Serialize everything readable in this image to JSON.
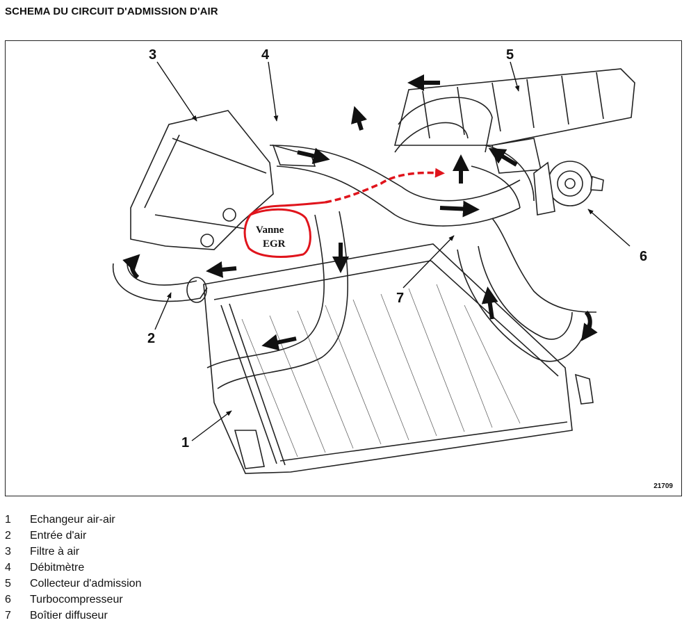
{
  "title": "SCHEMA DU CIRCUIT D'ADMISSION D'AIR",
  "figure_id": "21709",
  "annotation": {
    "line1": "Vanne",
    "line2": "EGR",
    "color": "#e0141c"
  },
  "callouts": [
    "1",
    "2",
    "3",
    "4",
    "5",
    "6",
    "7"
  ],
  "legend": [
    {
      "num": "1",
      "label": "Echangeur air-air"
    },
    {
      "num": "2",
      "label": "Entrée d'air"
    },
    {
      "num": "3",
      "label": "Filtre à air"
    },
    {
      "num": "4",
      "label": "Débitmètre"
    },
    {
      "num": "5",
      "label": "Collecteur d'admission"
    },
    {
      "num": "6",
      "label": "Turbocompresseur"
    },
    {
      "num": "7",
      "label": "Boîtier diffuseur"
    }
  ]
}
